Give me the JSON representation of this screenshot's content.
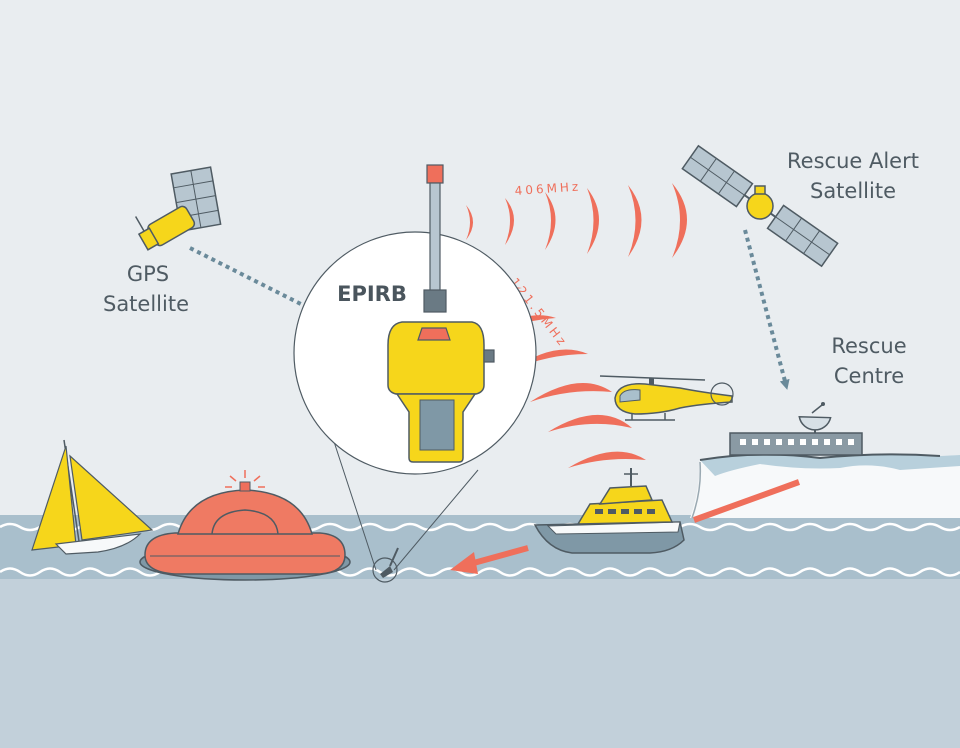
{
  "labels": {
    "gps_line1": "GPS",
    "gps_line2": "Satellite",
    "rescue_sat_line1": "Rescue Alert",
    "rescue_sat_line2": "Satellite",
    "epirb": "EPIRB",
    "rescue_centre_line1": "Rescue",
    "rescue_centre_line2": "Centre",
    "freq_406": "406MHz",
    "freq_121": "121.5MHz"
  },
  "colors": {
    "sky": "#e9edf0",
    "sea": "#c2d0da",
    "wave_band": "#a9bfcc",
    "signal": "#ef6f5b",
    "beacon_yellow": "#f6d61b",
    "dotted_arrow": "#6a8a9a",
    "raft": "#ef7a63",
    "outline": "#4f5b63"
  }
}
